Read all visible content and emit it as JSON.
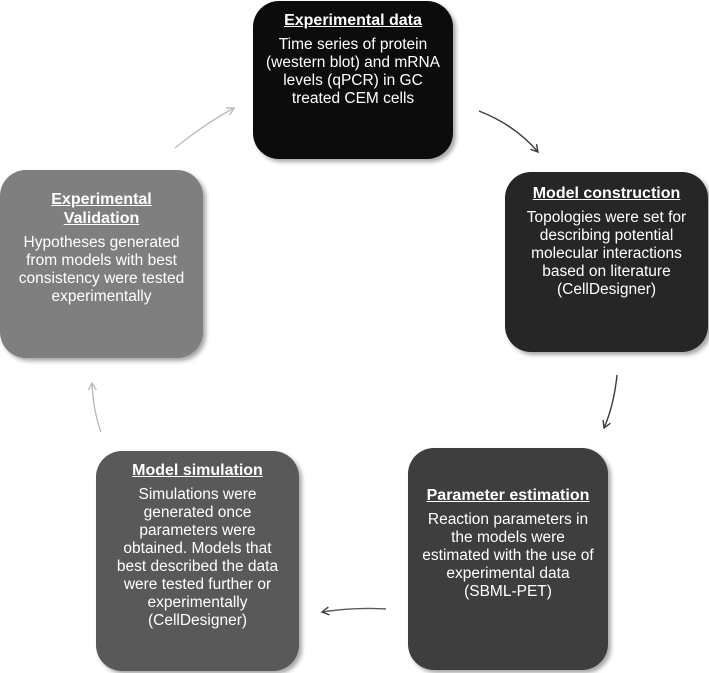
{
  "colors": {
    "experimental_data": "#0c0c0c",
    "model_construction": "#262626",
    "parameter_estimation": "#3e3e3e",
    "model_simulation": "#595959",
    "experimental_validation": "#7f7f7f",
    "arrow_dark": "#3a3a3a",
    "arrow_light": "#bcbcbc"
  },
  "steps": {
    "experimental_data": {
      "title": "Experimental data",
      "body": "Time series of protein (western blot) and mRNA levels (qPCR) in GC treated CEM cells"
    },
    "model_construction": {
      "title": "Model construction",
      "body": "Topologies were set for describing potential molecular interactions based on literature (CellDesigner)"
    },
    "parameter_estimation": {
      "title": "Parameter estimation",
      "body": "Reaction parameters in the models were estimated with the use of experimental data (SBML-PET)"
    },
    "model_simulation": {
      "title": "Model simulation",
      "body": "Simulations were generated once parameters were obtained. Models that best described the data were tested further or experimentally (CellDesigner)"
    },
    "experimental_validation": {
      "title": "Experimental Validation",
      "body": "Hypotheses generated from models with best consistency were tested experimentally"
    }
  }
}
